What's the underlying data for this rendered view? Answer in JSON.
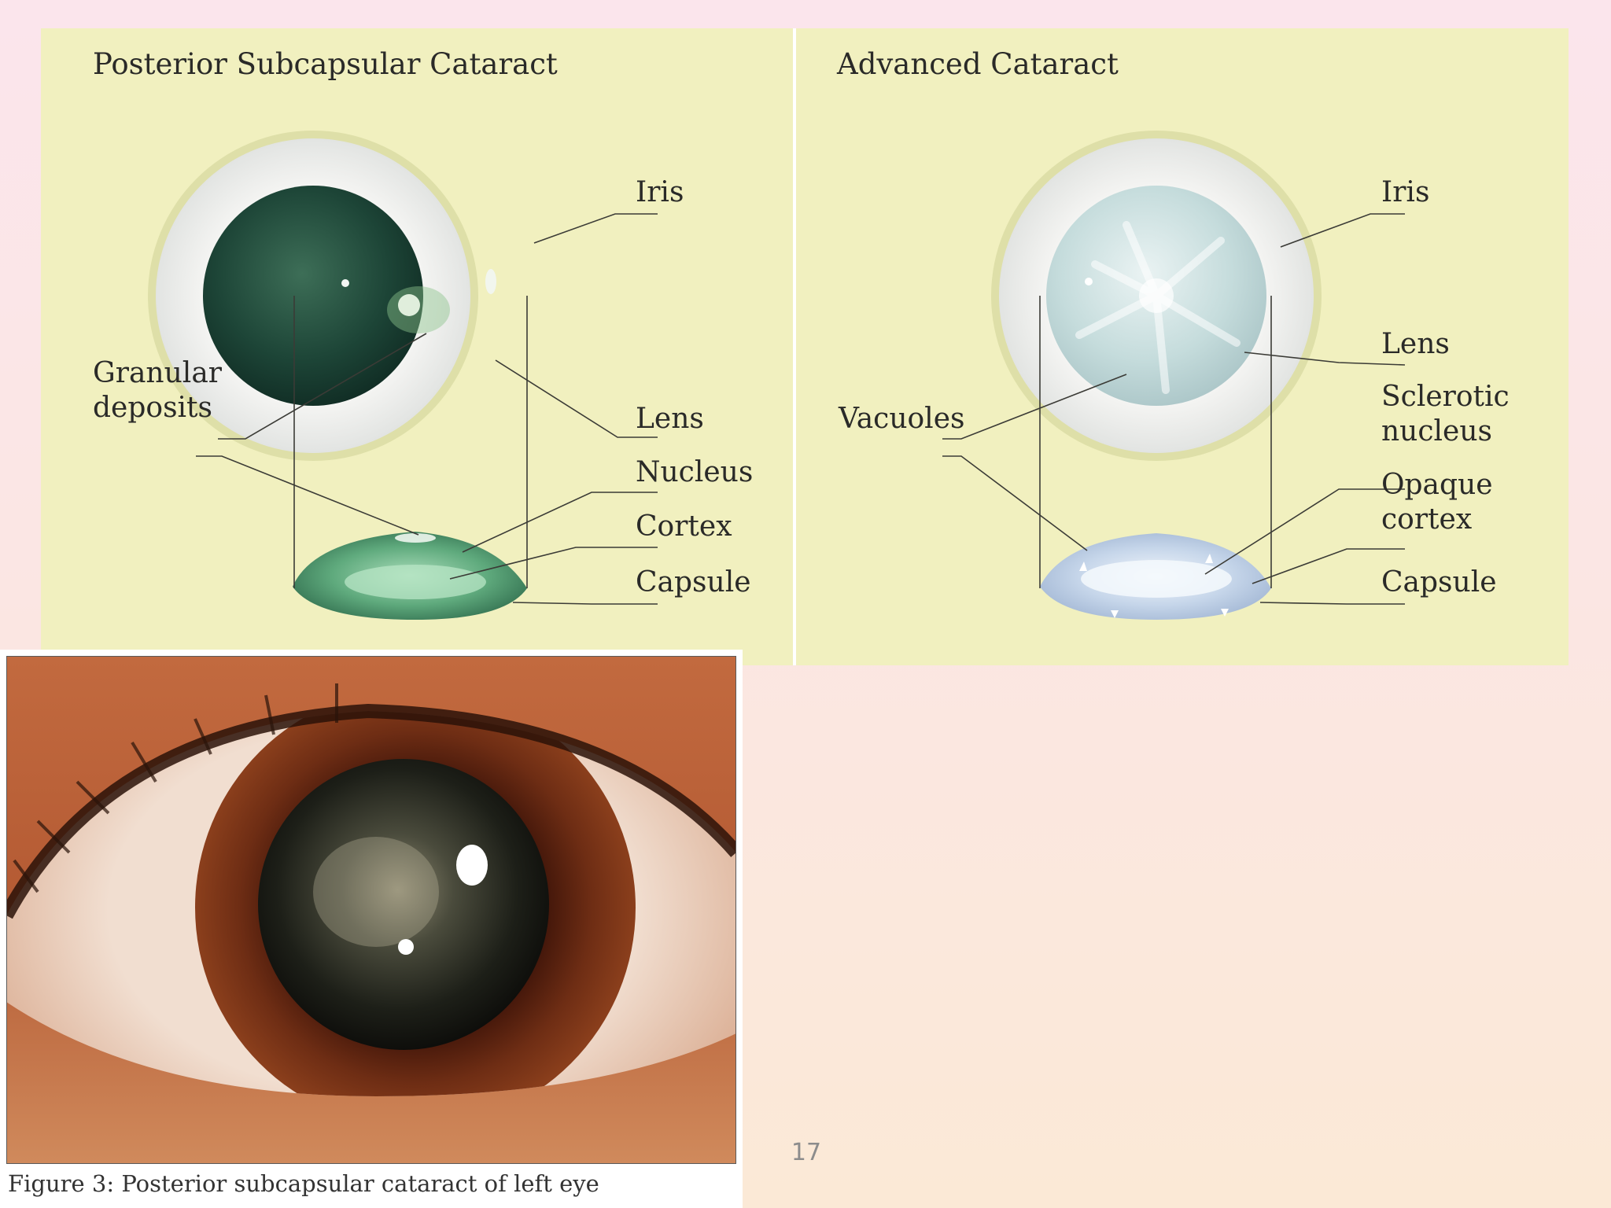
{
  "left_diagram": {
    "title": "Posterior Subcapsular Cataract",
    "labels": {
      "iris": "Iris",
      "granular_line1": "Granular",
      "granular_line2": "deposits",
      "lens": "Lens",
      "nucleus": "Nucleus",
      "cortex": "Cortex",
      "capsule": "Capsule"
    }
  },
  "right_diagram": {
    "title": "Advanced Cataract",
    "labels": {
      "iris": "Iris",
      "lens": "Lens",
      "vacuoles": "Vacuoles",
      "sclerotic_line1": "Sclerotic",
      "sclerotic_line2": "nucleus",
      "opaque_line1": "Opaque",
      "opaque_line2": "cortex",
      "capsule": "Capsule"
    }
  },
  "photo": {
    "caption": "Figure 3: Posterior subcapsular cataract of left eye"
  },
  "slide": {
    "page_number": "17"
  },
  "colors": {
    "panel_background": "#f1f0bf",
    "lens_green": "#1f4a3a",
    "lens_pale": "#c9dfdf",
    "iris_brown": "#6e2d14"
  }
}
